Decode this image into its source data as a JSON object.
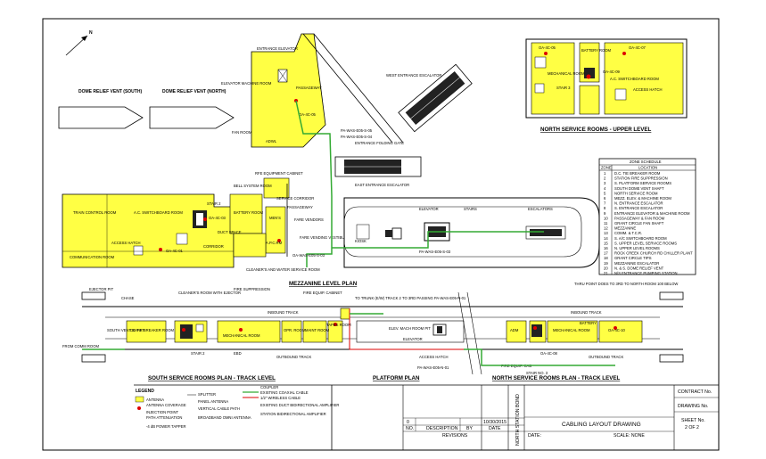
{
  "north_arrow": "N",
  "vents": {
    "south": "DOME RELIEF VENT (SOUTH)",
    "north": "DOME RELIEF VENT (NORTH)"
  },
  "entrance": {
    "elevator": "ENTRANCE ELEVATOR",
    "machine_room": "ELEVATOR MACHINE ROOM",
    "passageway": "PASSAGEWAY",
    "fan_room": "FAN ROOM",
    "adwl": "ADWL",
    "ah_id": "OA-4C-05",
    "west_escalator": "WEST ENTRANCE ESCALATOR",
    "cable_id_1": "PA-WAS-E05-S-05",
    "cable_id_2": "PA-WAS-E05-S-04",
    "folding_gate": "ENTRANCE FOLDING GATE",
    "east_escalator": "EAST ENTRANCE ESCALATOR"
  },
  "upper_level": {
    "title": "NORTH SERVICE ROOMS - UPPER LEVEL",
    "id_left": "OA-4C-05",
    "id_right": "OA-4C-07",
    "id_center": "OA-4C-09",
    "battery_room": "BATTERY ROOM",
    "mech_room": "MECHANICAL ROOM",
    "stair": "STAIR 3",
    "ac_room": "A.C. SWITCHBOARD ROOM",
    "access_hatch": "ACCESS HATCH"
  },
  "schedule": {
    "title": "ZONE SCHEDULE",
    "col_zone": "ZONE",
    "col_loc": "LOCATION",
    "rows": [
      [
        "1",
        "D.C. TIE BREAKER ROOM"
      ],
      [
        "2",
        "STATION FIRE SUPPRESSION"
      ],
      [
        "3",
        "S. PLATFORM SERVICE ROOMS"
      ],
      [
        "4",
        "SOUTH DOME VENT SHAFT"
      ],
      [
        "5",
        "NORTH SERVICE ROOM"
      ],
      [
        "6",
        "MEZZ. ELEV. & MACHINE ROOM"
      ],
      [
        "7",
        "N. ENTRANCE ESCALATOR"
      ],
      [
        "8",
        "S. ENTRANCE ESCALATOR"
      ],
      [
        "9",
        "ENTRANCE ELEVATOR & MACHINE ROOM"
      ],
      [
        "10",
        "PASSAGEWAY & FAN ROOM"
      ],
      [
        "11",
        "GRANT CIRCLE FAN SHAFT"
      ],
      [
        "12",
        "MEZZANINE"
      ],
      [
        "13",
        "COMM. & T.C.R."
      ],
      [
        "14",
        "S. A/C SWITCHBOARD ROOM"
      ],
      [
        "15",
        "S. UPPER LEVEL SERVICE ROOMS"
      ],
      [
        "16",
        "N. UPPER LEVEL ROOMS"
      ],
      [
        "17",
        "ROCK CREEK CHURCH RD CHILLER PLANT"
      ],
      [
        "18",
        "GRANT CIRCLE TIPS"
      ],
      [
        "19",
        "MEZZANINE ESCALATOR"
      ],
      [
        "20",
        "N. & S. DOME RELIEF VENT"
      ],
      [
        "21",
        "N/S ENTRANCE PUMPING STATION"
      ]
    ]
  },
  "mezzanine": {
    "title": "MEZZANINE LEVEL PLAN",
    "bell_system": "BELL SYSTEM ROOM",
    "rfe_cabinet": "RFE EQUIPMENT CABINET",
    "service_corridor": "SERVICE CORRIDOR",
    "train_control": "TRAIN CONTROL ROOM",
    "ac_switchboard": "A.C. SWITCHBOARD ROOM",
    "stair2": "STAIR 2",
    "oa_03": "OA-4C-03",
    "battery": "BATTERY ROOM",
    "mens": "MEN'S",
    "duct_space": "DUCT SPACE",
    "corridor": "CORRIDOR",
    "comm_room": "COMMUNICATION ROOM",
    "access_hatch": "ACCESS HATCH",
    "oa_01": "OA-4C-01",
    "apcrm": "A.P.C.RM",
    "fare_vendors": "FARE VENDORS",
    "fare_vestibule": "FARE VENDING VESTIBULE",
    "passageway": "PASSAGEWAY",
    "cable_s03": "OA-WAS-E05-S-03",
    "cable_s03b": "PA-WAS-E05-S-03",
    "elevator": "ELEVATOR",
    "stairs": "STAIRS",
    "escalators": "ESCALATORS",
    "kiosk": "KIOSK",
    "cleaners": "CLEANER'S AND WATER SERVICE ROOM",
    "fire_suppression": "FIRE SUPPRESSION"
  },
  "track": {
    "note": "THRU POINT DOES TO 3RD TO NORTH ROOM 100 BELOW",
    "ejector_pit": "EJECTOR PIT",
    "chase": "CHASE",
    "cleaners_room": "CLEANER'S ROOM WITH EJECTOR",
    "fire_equip": "FIRE EQUIP. CABINET",
    "trunk_label": "TO TRUNK (E/W) TRACK 2 TO 3RD PASSING PA-WAS-E05-N-01",
    "inbound_track": "INBOUND TRACK",
    "outbound_track": "OUTBOUND TRACK",
    "dc_tie": "DC TIE BREAKER ROOM",
    "south_vent": "SOUTH VENT SHAFT",
    "mech_room": "MECHANICAL ROOM",
    "opr_room": "OPR. ROOM",
    "maint_room": "MAINT ROOM",
    "tapes_room": "TAPES ROOM",
    "stair2": "STAIR 2",
    "ebd": "EBD",
    "from_comm": "FROM COMM ROOM",
    "pit_label": "ELEV. MACH ROOM PIT",
    "elevator": "ELEVATOR",
    "access_hatch": "ACCESS HATCH",
    "cable_n01": "PA-WAS-E05-N-01",
    "fire_cab": "FIRE EQUIP. CAB",
    "stair3": "STAIR NO. 3",
    "adm": "ADM",
    "n_mech": "MECHANICAL ROOM",
    "oa_10": "OA-4C-10",
    "oa_08": "OA-4C-08",
    "battery": "BATTERY",
    "south_plan": "SOUTH SERVICE ROOMS PLAN - TRACK LEVEL",
    "platform_plan": "PLATFORM PLAN",
    "north_plan": "NORTH SERVICE ROOMS PLAN - TRACK LEVEL"
  },
  "legend": {
    "title": "LEGEND",
    "items": [
      "ANTENNA",
      "ANTENNA COVERAGE",
      "INJECTION POINT",
      "PATH ATTENUATION",
      "-4 dB POWER TAPPER",
      "SPLITTER",
      "PANEL ANTENNA",
      "VERTICAL CABLE PATH",
      "BROADBAND OMNI ANTENNA",
      "COUPLER",
      "EXISTING COAXIAL CABLE",
      "1/2\" WIRELESS CABLE",
      "EXISTING DUCT BIDIRECTIONAL AMPLIFIER",
      "STATION BIDIRECTIONAL AMPLIFIER"
    ]
  },
  "title_block": {
    "rev_no": "0",
    "rev_date": "10/30/2015",
    "no_label": "NO.",
    "desc_label": "DESCRIPTION",
    "by_label": "BY",
    "date_label": "DATE",
    "revisions": "REVISIONS",
    "side_label": "NORTH STATION BOND",
    "drawing_title": "CABLING LAYOUT DRAWING",
    "date_field": "DATE:",
    "scale": "SCALE: NONE",
    "contract_no": "CONTRACT No.",
    "drawing_no": "DRAWING No.",
    "sheet_no": "SHEET No.",
    "sheet_val": "2 OF 2"
  }
}
